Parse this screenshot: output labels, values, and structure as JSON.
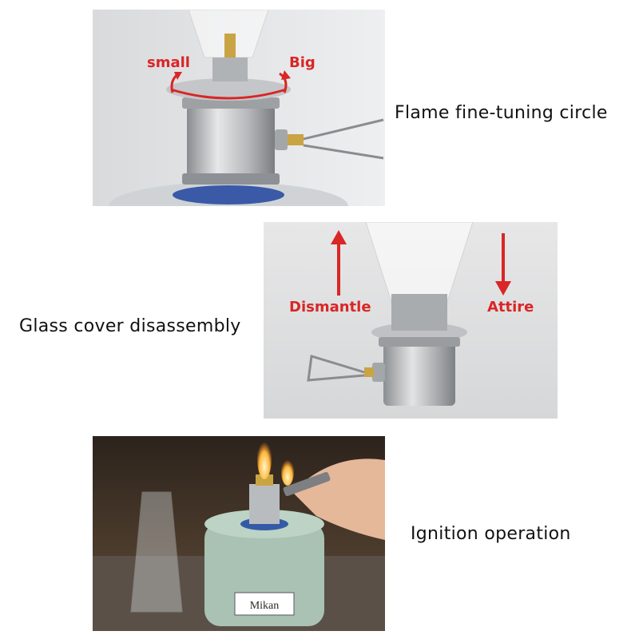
{
  "sections": [
    {
      "caption": "Flame fine-tuning circle",
      "annotations": {
        "left": "small",
        "right": "Big"
      }
    },
    {
      "caption": "Glass cover disassembly",
      "annotations": {
        "left": "Dismantle",
        "right": "Attire"
      }
    },
    {
      "caption": "Ignition operation",
      "product_label": "Mikan"
    }
  ],
  "colors": {
    "annotation": "#d92626",
    "caption_text": "#111111"
  }
}
